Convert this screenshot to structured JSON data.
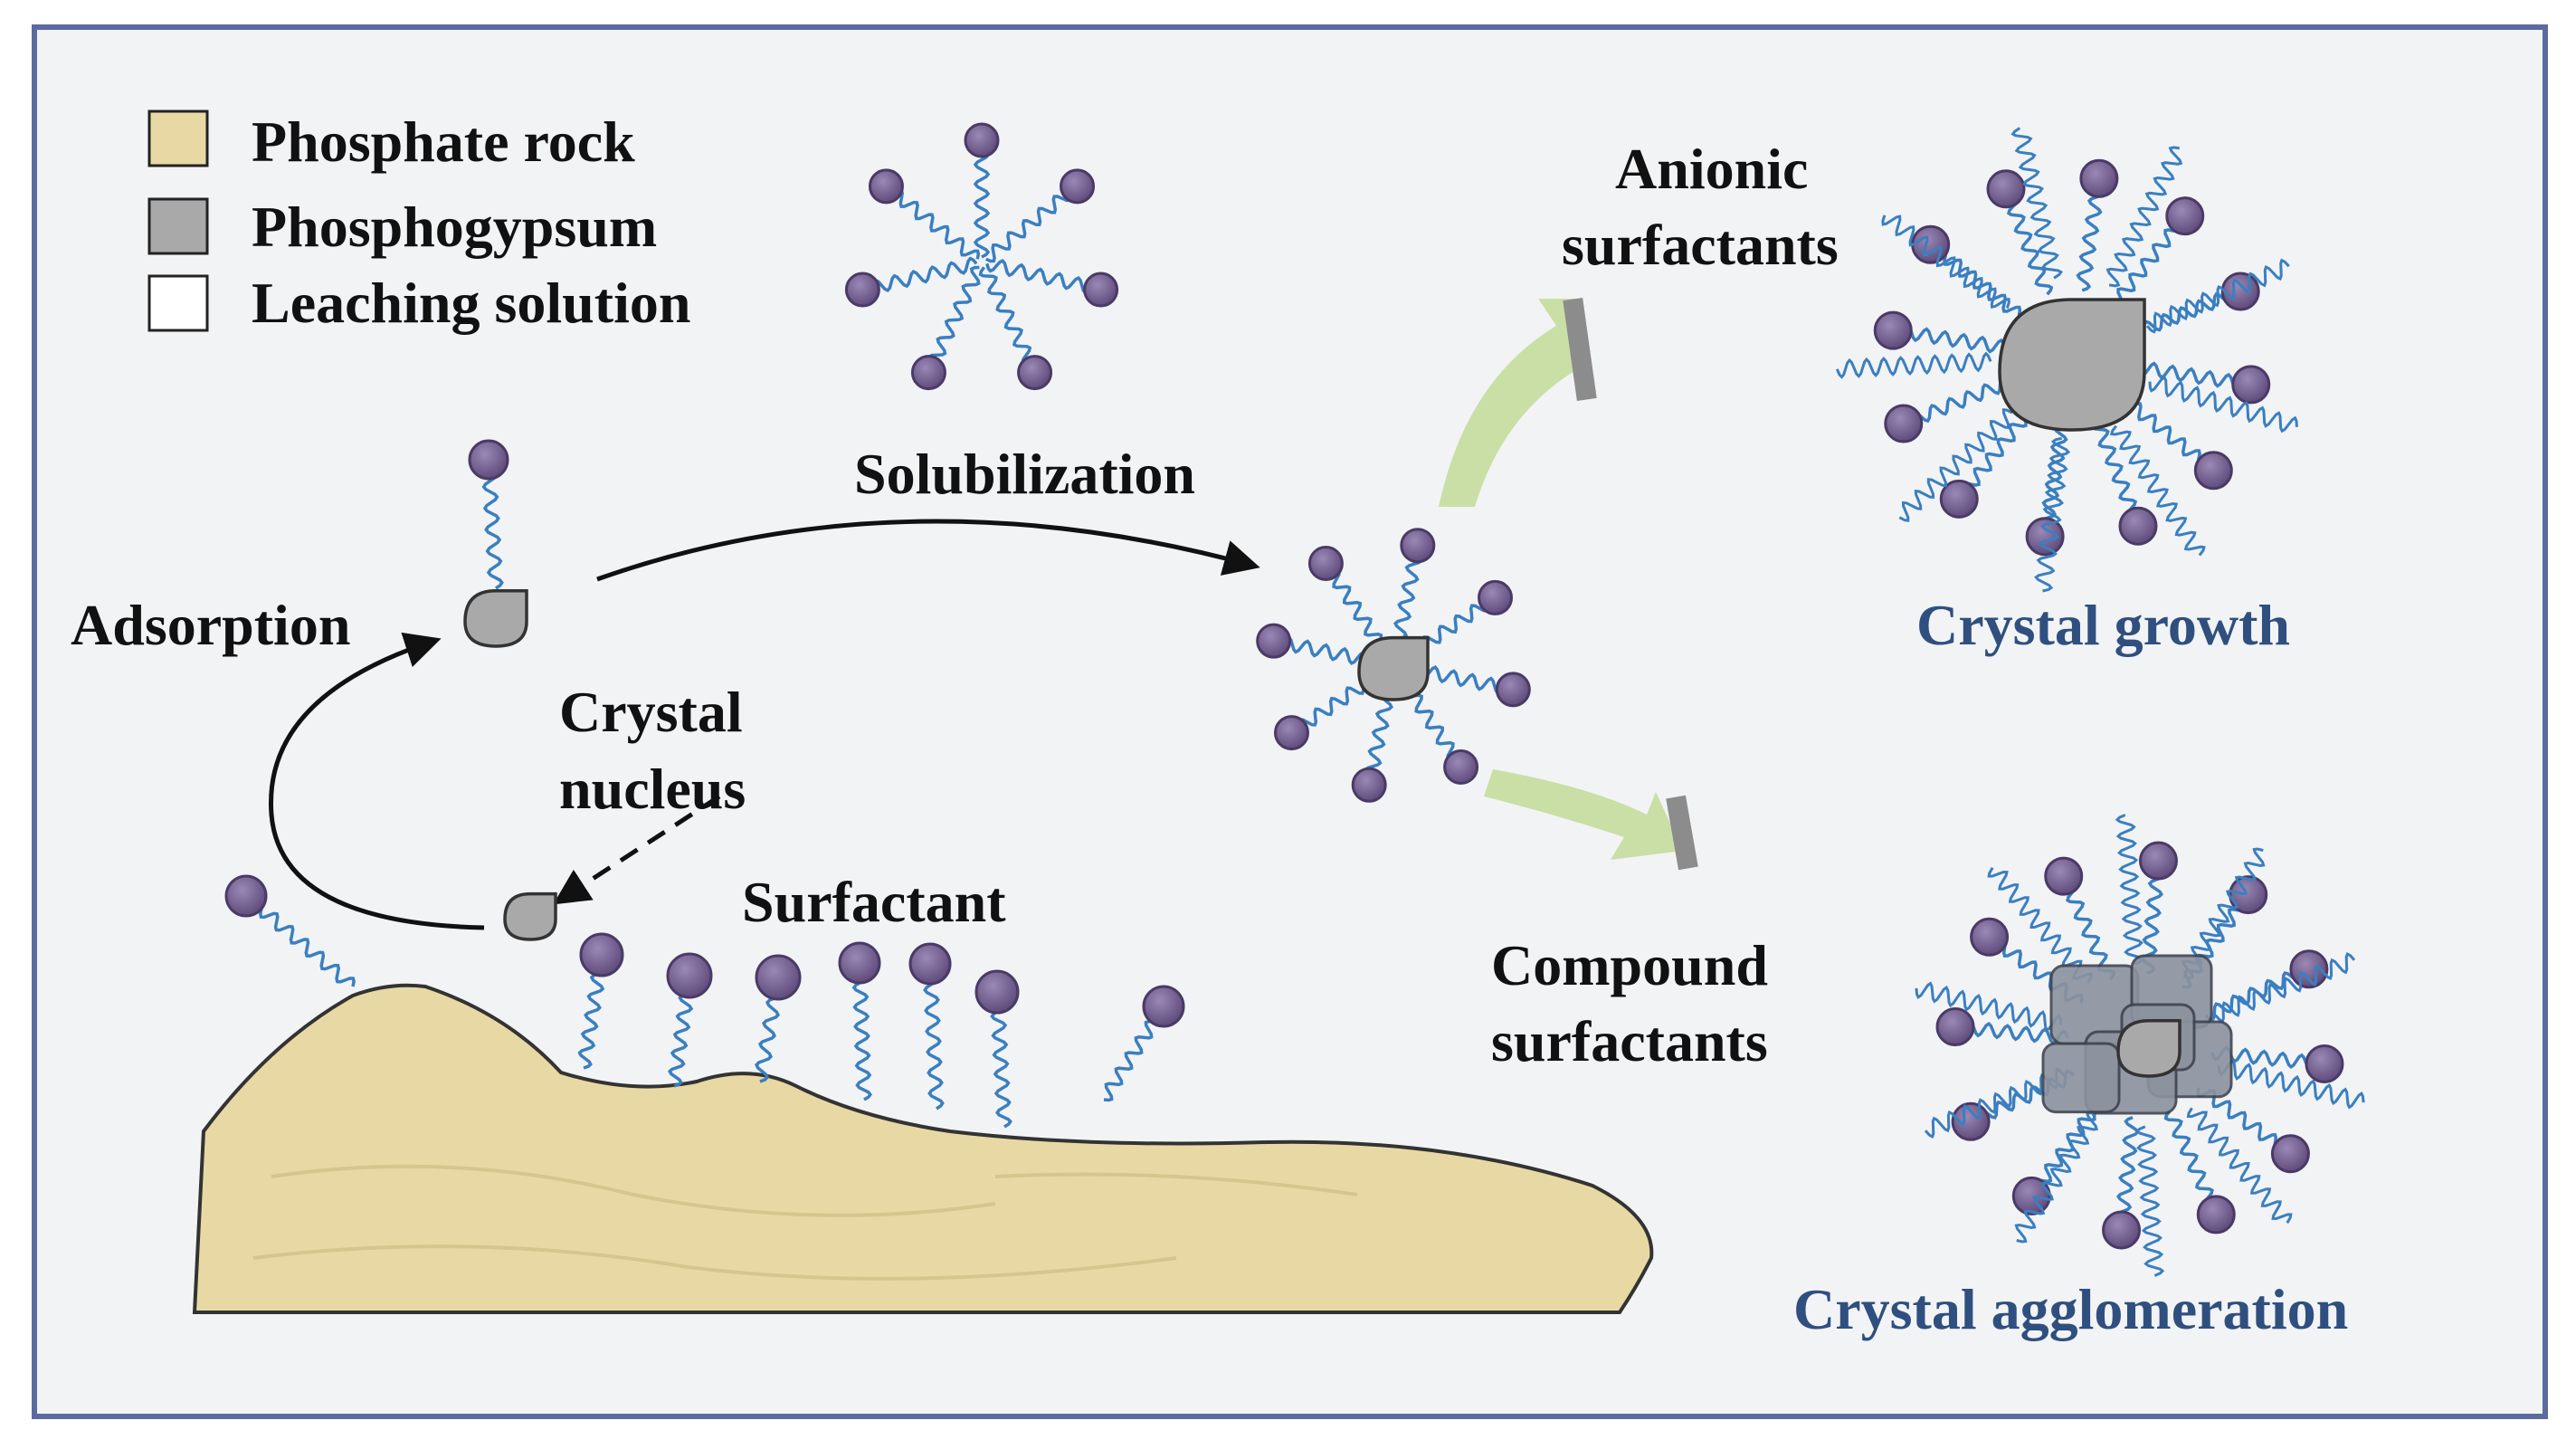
{
  "legend": [
    {
      "label": "Phosphate rock",
      "color": "#e8d9a4"
    },
    {
      "label": "Phosphogypsum",
      "color": "#a9a9a9"
    },
    {
      "label": "Leaching solution",
      "color": "#ffffff"
    }
  ],
  "labels": {
    "solubilization": "Solubilization",
    "adsorption": "Adsorption",
    "crystal_nucleus_line1": "Crystal",
    "crystal_nucleus_line2": "nucleus",
    "surfactant": "Surfactant",
    "anionic_line1": "Anionic",
    "anionic_line2": "surfactants",
    "compound_line1": "Compound",
    "compound_line2": "surfactants",
    "crystal_growth": "Crystal growth",
    "crystal_agglomeration": "Crystal agglomeration"
  },
  "colors": {
    "frame_border": "#5b6aa0",
    "background": "#f2f3f5",
    "rock": "#e8d9a4",
    "crystal": "#a9a9a9",
    "head": "#7a6796",
    "tail": "#3a7fc0",
    "result_text": "#2f4f7f",
    "green_arrow": "#c9dfa6"
  }
}
